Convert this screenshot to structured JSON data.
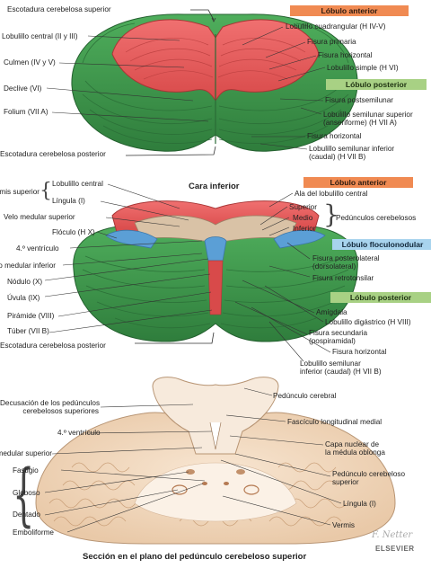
{
  "colors": {
    "anterior_lobe": "#e45a5a",
    "posterior_lobe": "#3f9a4d",
    "flocculonodular_lobe": "#5b9fd6",
    "peduncles": "#d9c2a6",
    "section_gray": "#f3dcc2",
    "white_matter": "#f7eadc"
  },
  "top_view": {
    "headers": {
      "anterior": "Lóbulo anterior",
      "posterior": "Lóbulo posterior"
    },
    "left_labels": [
      "Escotadura cerebelosa superior",
      "Lobulillo central (II y III)",
      "Culmen (IV y V)",
      "Declive (VI)",
      "Folium (VII A)",
      "Escotadura cerebelosa posterior"
    ],
    "right_labels": [
      "Lobulillo cuadrangular (H IV-V)",
      "Fisura primaria",
      "Fisura horizontal",
      "Lobulillo simple (H VI)",
      "Fisura postsemilunar",
      "Lobulillo semilunar superior",
      "(anseriforme) (H VII A)",
      "Fisura horizontal",
      "Lobulillo semilunar inferior",
      "(caudal) (H VII B)"
    ]
  },
  "inferior_view": {
    "title": "Cara inferior",
    "headers": {
      "anterior": "Lóbulo anterior",
      "flocculonodular": "Lóbulo floculonodular",
      "posterior": "Lóbulo posterior"
    },
    "left_labels": [
      "Vermis superior",
      "Lobulillo central",
      "Língula (I)",
      "Velo medular superior",
      "Flóculo (H X)",
      "4.º ventrículo",
      "Velo medular inferior",
      "Nódulo (X)",
      "Úvula (IX)",
      "Pirámide (VIII)",
      "Túber (VII B)",
      "Escotadura cerebelosa posterior"
    ],
    "right_labels": [
      "Ala del lobulillo central",
      "Superior",
      "Medio",
      "Inferior",
      "Pedúnculos cerebelosos",
      "Fisura posterolateral",
      "(dorsolateral)",
      "Fisura retrotonsilar",
      "Amígdala",
      "Lobulillo digástrico (H VIII)",
      "Fisura secundaria",
      "(pospiramidal)",
      "Fisura horizontal",
      "Lobulillo semilunar",
      "inferior (caudal) (H VII B)"
    ]
  },
  "section_view": {
    "title": "Sección en el plano del pedúnculo cerebeloso superior",
    "left_labels": [
      "Decusación de los pedúnculos",
      "cerebelosos superiores",
      "4.º ventrículo",
      "Velo medular superior",
      "Fastigio",
      "Globoso",
      "Dentado",
      "Emboliforme"
    ],
    "right_labels": [
      "Pedúnculo cerebral",
      "Fascículo longitudinal medial",
      "Capa nuclear de",
      "la médula oblonga",
      "Pedúnculo cerebeloso",
      "superior",
      "Língula (I)",
      "Vermis"
    ],
    "signature": "F. Netter",
    "logo": "ELSEVIER"
  }
}
